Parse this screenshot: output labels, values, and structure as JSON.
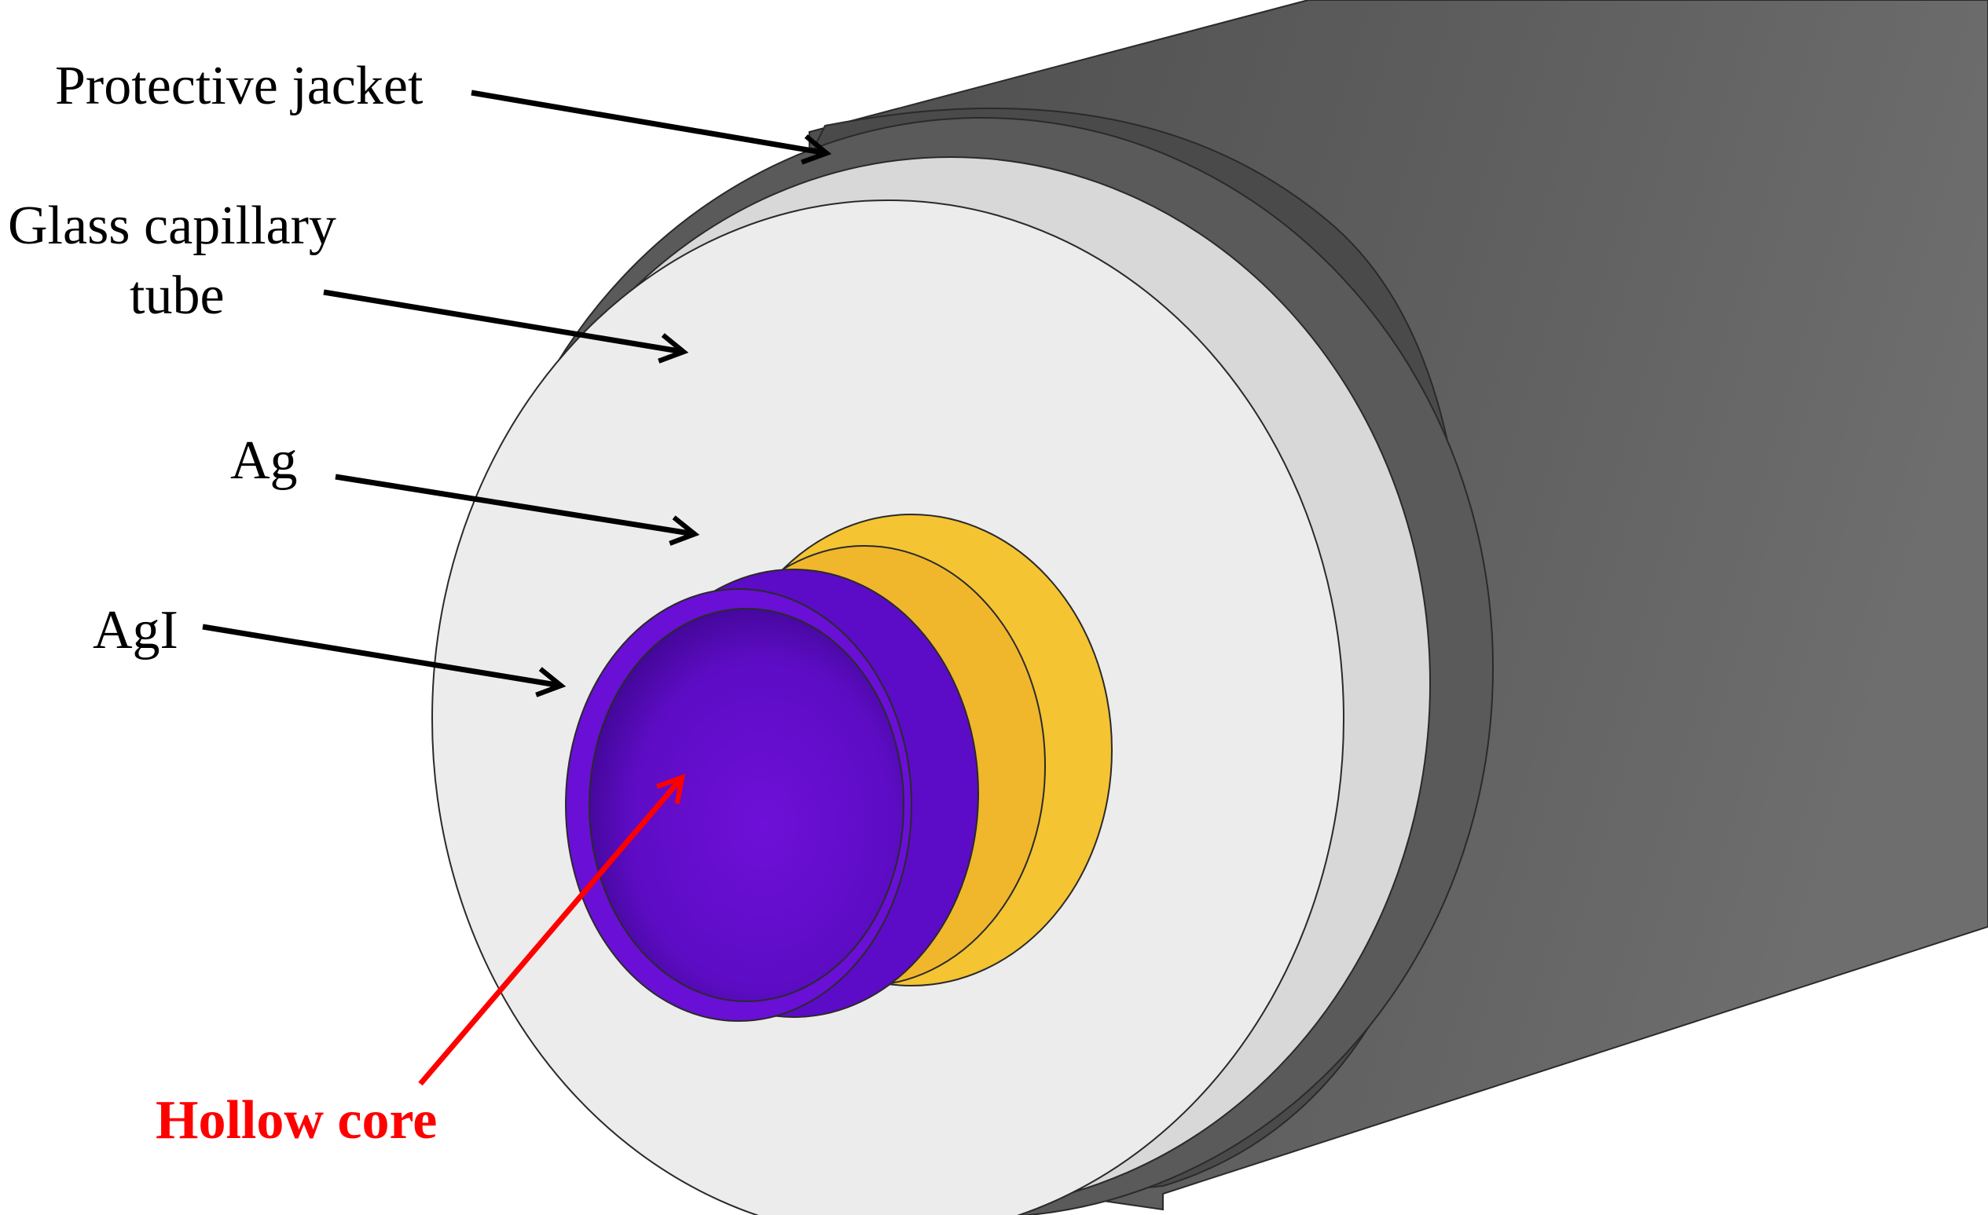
{
  "labels": {
    "protective_jacket": "Protective jacket",
    "glass_capillary_line1": "Glass capillary",
    "glass_capillary_line2": "tube",
    "ag": "Ag",
    "agi": "AgI",
    "hollow_core": "Hollow core"
  },
  "colors": {
    "jacket": "#5a5a5a",
    "glass": "#ececec",
    "ag": "#f5be34",
    "agi": "#6a0fd6",
    "core": "#6a0ad0",
    "arrow": "#000000",
    "hollow_arrow": "#ff0000"
  }
}
